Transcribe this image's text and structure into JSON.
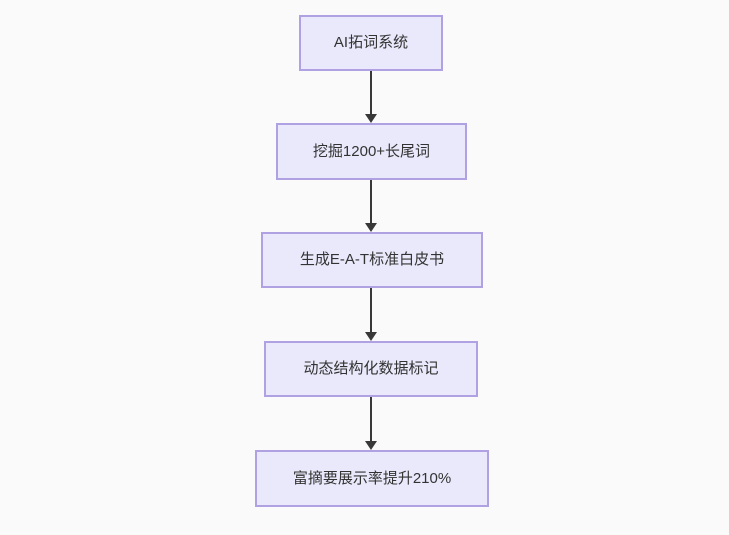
{
  "diagram": {
    "type": "flowchart",
    "direction": "top-down",
    "nodes": [
      {
        "id": "A",
        "label": "AI拓词系统"
      },
      {
        "id": "B",
        "label": "挖掘1200+长尾词"
      },
      {
        "id": "C",
        "label": "生成E-A-T标准白皮书"
      },
      {
        "id": "D",
        "label": "动态结构化数据标记"
      },
      {
        "id": "E",
        "label": "富摘要展示率提升210%"
      }
    ],
    "edges": [
      {
        "from": "A",
        "to": "B"
      },
      {
        "from": "B",
        "to": "C"
      },
      {
        "from": "C",
        "to": "D"
      },
      {
        "from": "D",
        "to": "E"
      }
    ],
    "colors": {
      "node_fill": "#e9e9fb",
      "node_border": "#b0a2e2",
      "node_text": "#333333",
      "arrow": "#383838",
      "background": "#fafafa"
    }
  }
}
